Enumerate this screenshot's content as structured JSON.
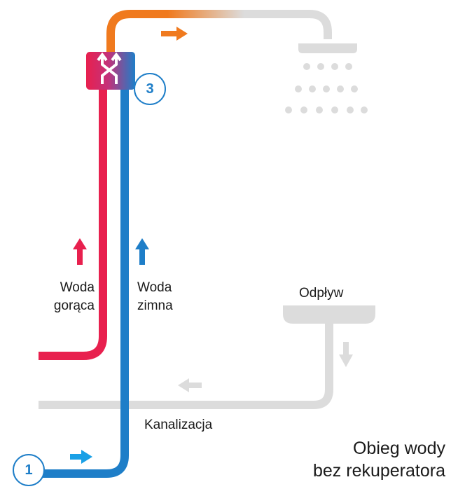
{
  "colors": {
    "hot": "#e8204e",
    "cold": "#1e7ec8",
    "warm": "#f07a1e",
    "grey": "#dcdcdc",
    "arrow_cold": "#1aa0e6"
  },
  "labels": {
    "hot_water_line1": "Woda",
    "hot_water_line2": "gorąca",
    "cold_water_line1": "Woda",
    "cold_water_line2": "zimna",
    "drain": "Odpływ",
    "sewer": "Kanalizacja"
  },
  "badges": {
    "inlet": "1",
    "exchanger": "3"
  },
  "title": {
    "line1": "Obieg wody",
    "line2": "bez rekuperatora"
  },
  "icons": [
    "mixing-valve-icon",
    "shower-head-icon",
    "drain-basin-icon"
  ]
}
